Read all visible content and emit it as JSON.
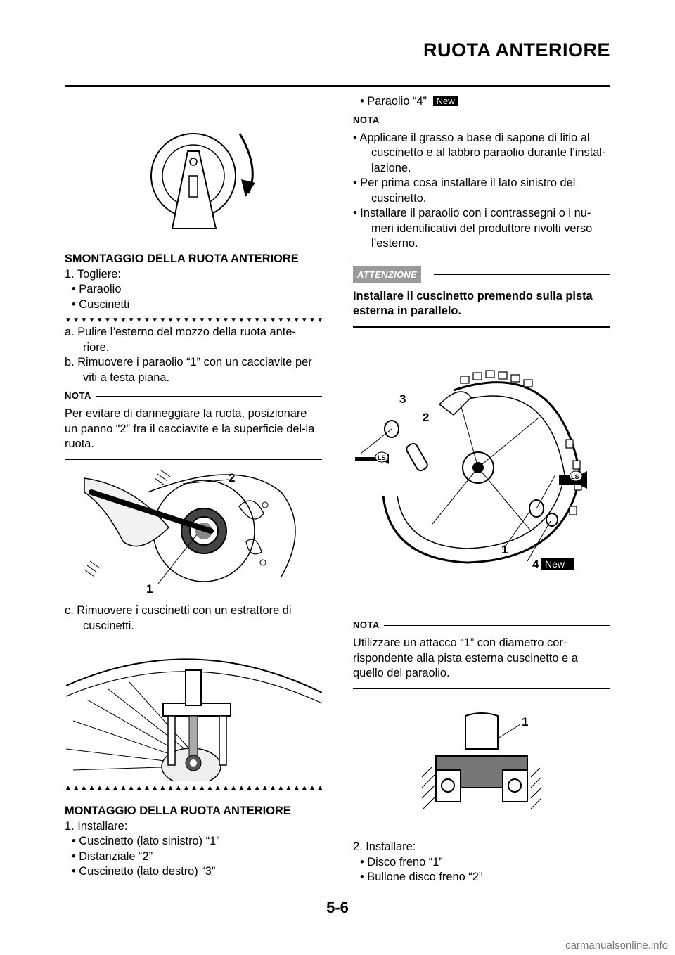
{
  "header": {
    "title": "RUOTA ANTERIORE"
  },
  "left": {
    "removal_heading": "SMONTAGGIO DELLA RUOTA ANTERIORE",
    "step1": "1. Togliere:",
    "step1_items": [
      "• Paraolio",
      "• Cuscinetti"
    ],
    "step_a": "a. Pulire l’esterno del mozzo della ruota ante-riore.",
    "step_b": "b. Rimuovere i paraolio “1” con un cacciavite per viti a testa piana.",
    "nota1_label": "NOTA",
    "nota1_text": "Per evitare di danneggiare la ruota, posizionare un panno “2” fra il cacciavite e la superficie del-la ruota.",
    "fig2_callouts": [
      "1",
      "2"
    ],
    "step_c": "c. Rimuovere i cuscinetti con un estrattore di cuscinetti.",
    "install_heading": "MONTAGGIO DELLA RUOTA ANTERIORE",
    "step1b": "1. Installare:",
    "step1b_items": [
      "• Cuscinetto (lato sinistro) “1”",
      "• Distanziale “2”",
      "• Cuscinetto (lato destro) “3”"
    ]
  },
  "right": {
    "item4": "• Paraolio “4”",
    "new_badge": "New",
    "nota2_label": "NOTA",
    "nota2_items": [
      "• Applicare il grasso a base di sapone di litio al cuscinetto e al labbro paraolio durante l’instal-lazione.",
      "• Per prima cosa installare il lato sinistro del cuscinetto.",
      "• Installare il paraolio con i contrassegni o i nu-meri identificativi del produttore rivolti verso l’esterno."
    ],
    "attenzione_label": "ATTENZIONE",
    "attenzione_text": "Installare il cuscinetto premendo sulla pista esterna in parallelo.",
    "fig4_callouts": [
      "3",
      "2",
      "1",
      "4"
    ],
    "fig4_ls": "LS",
    "nota3_label": "NOTA",
    "nota3_text": "Utilizzare un attacco “1” con diametro cor-rispondente alla pista esterna cuscinetto e a quello del paraolio.",
    "fig5_callout": "1",
    "step2": "2. Installare:",
    "step2_items": [
      "• Disco freno “1”",
      "• Bullone disco freno “2”"
    ]
  },
  "footer": {
    "page_number": "5-6",
    "watermark": "carmanualsonline.info"
  }
}
